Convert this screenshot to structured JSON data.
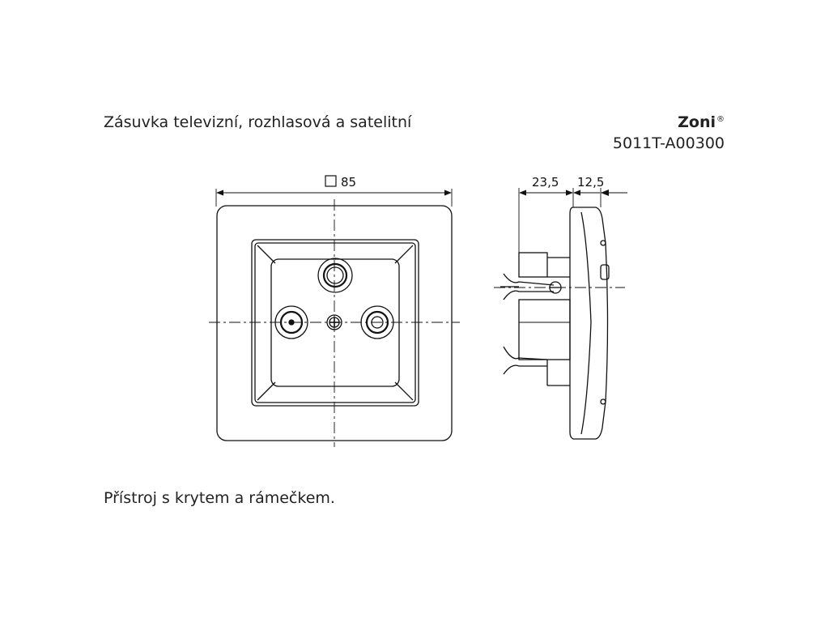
{
  "header": {
    "title": "Zásuvka televizní, rozhlasová a satelitní",
    "brand": "Zoni",
    "brand_mark": "®",
    "product_code": "5011T-A00300"
  },
  "dimensions": {
    "front_width": "85",
    "side_depth": "23,5",
    "side_height": "12,5"
  },
  "footer": {
    "note": "Přístroj s krytem a rámečkem."
  }
}
